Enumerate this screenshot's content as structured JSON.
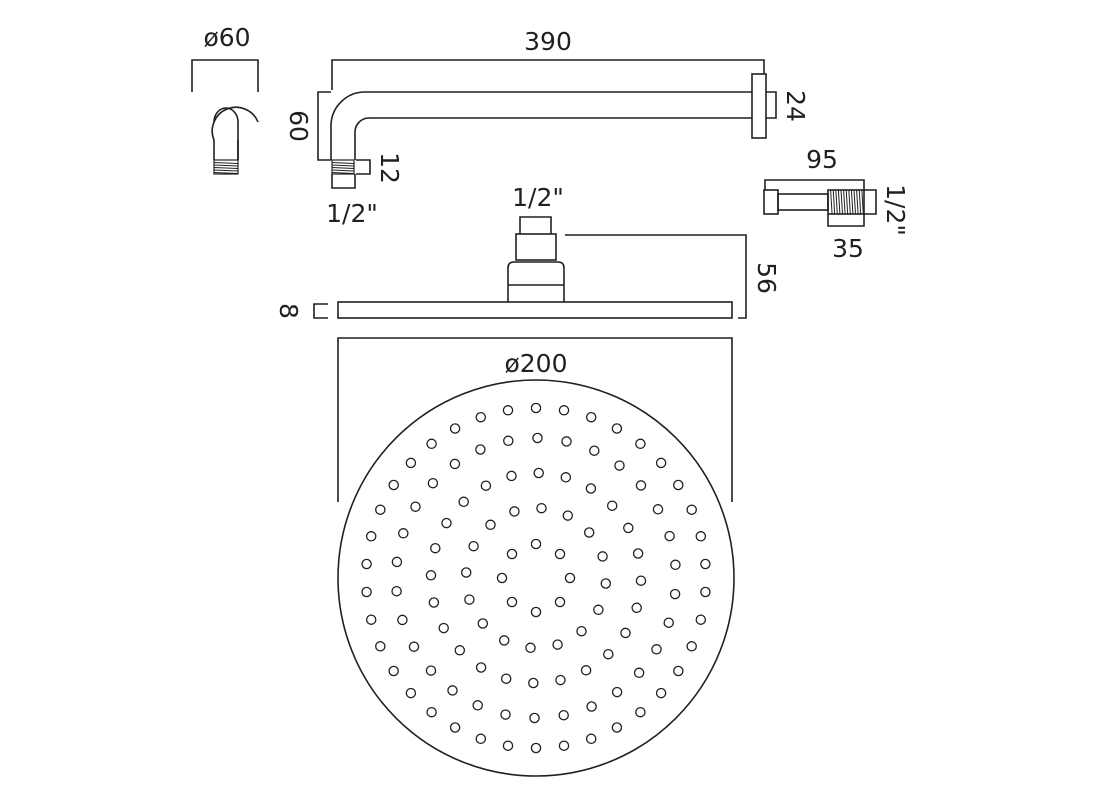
{
  "dimensions": {
    "wall_flange_diameter": "ø60",
    "arm_length": "390",
    "arm_drop": "60",
    "arm_flange": "24",
    "arm_thread_length": "12",
    "arm_thread_size": "1/2\"",
    "extension_length": "95",
    "extension_thread_size": "1/2\"",
    "extension_thread_length": "35",
    "head_inlet_size": "1/2\"",
    "head_height": "56",
    "head_thickness": "8",
    "head_diameter": "ø200"
  },
  "colors": {
    "line": "#231f20",
    "background": "#ffffff"
  }
}
